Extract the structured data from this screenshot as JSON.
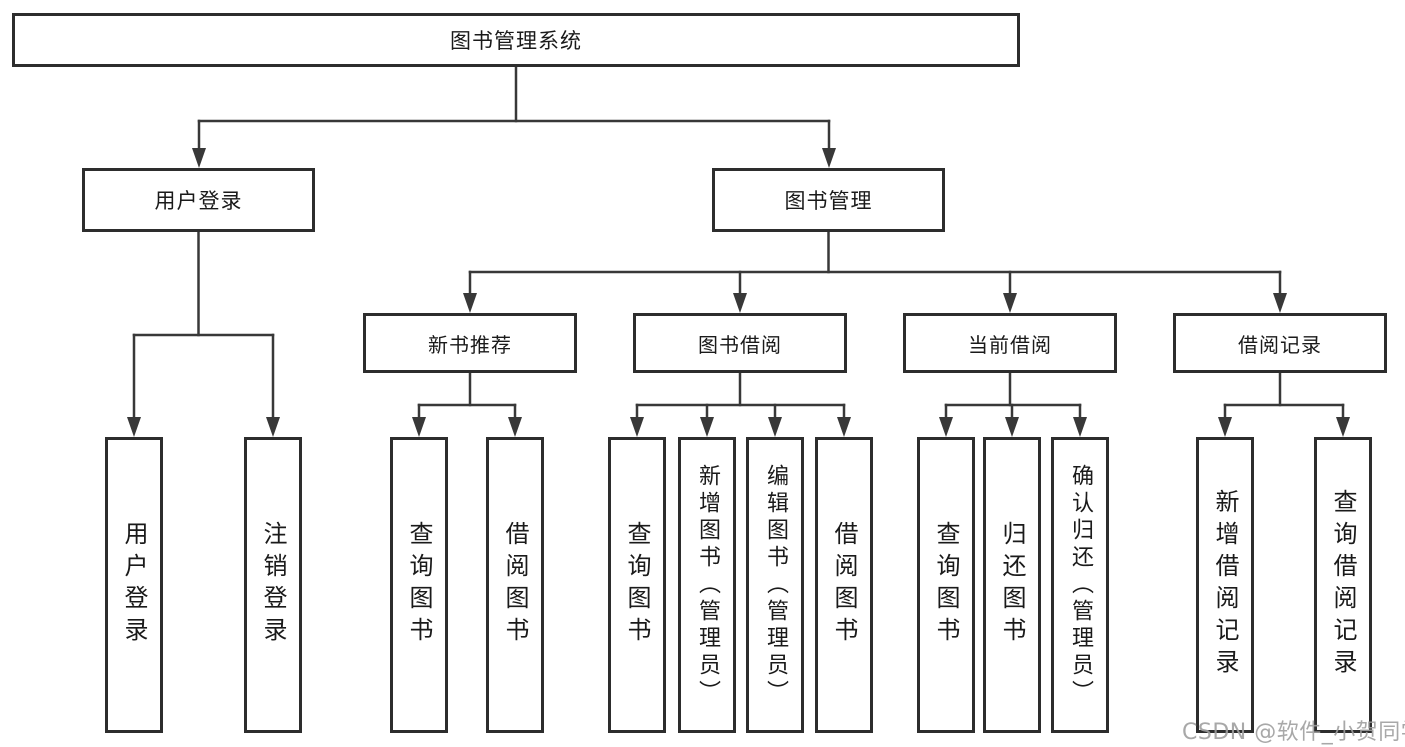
{
  "tree": {
    "root": {
      "label": "图书管理系统",
      "children": [
        {
          "label": "用户登录",
          "children": [
            {
              "label": "用户登录"
            },
            {
              "label": "注销登录"
            }
          ]
        },
        {
          "label": "图书管理",
          "children": [
            {
              "label": "新书推荐",
              "children": [
                {
                  "label": "查询图书"
                },
                {
                  "label": "借阅图书"
                }
              ]
            },
            {
              "label": "图书借阅",
              "children": [
                {
                  "label": "查询图书"
                },
                {
                  "label": "新增图书（管理员）"
                },
                {
                  "label": "编辑图书（管理员）"
                },
                {
                  "label": "借阅图书"
                }
              ]
            },
            {
              "label": "当前借阅",
              "children": [
                {
                  "label": "查询图书"
                },
                {
                  "label": "归还图书"
                },
                {
                  "label": "确认归还（管理员）"
                }
              ]
            },
            {
              "label": "借阅记录",
              "children": [
                {
                  "label": "新增借阅记录"
                },
                {
                  "label": "查询借阅记录"
                }
              ]
            }
          ]
        }
      ]
    }
  },
  "watermark": {
    "text": "CSDN @软件_小贺同学"
  },
  "colors": {
    "line": "#383838",
    "border": "#2d2d2d",
    "text": "#1a1a1a",
    "watermark": "#9e9e9e"
  }
}
